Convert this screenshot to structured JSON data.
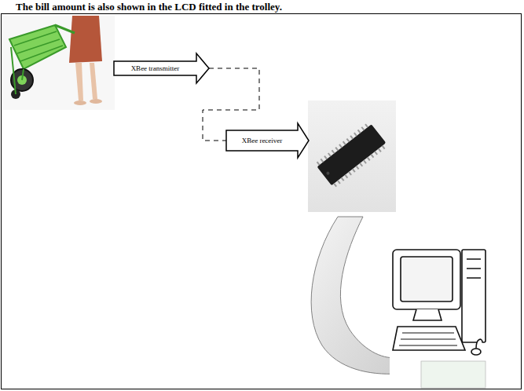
{
  "diagram": {
    "nodes": [
      {
        "text": [
          "XBee transmitter"
        ]
      },
      {
        "text": [
          "XBee receiver"
        ]
      }
    ],
    "edges": [
      {
        "from": 0,
        "to": 1,
        "arrow": "none"
      }
    ],
    "labels": [
      "The bill amount is also shown in the LCD fitted in the trolley."
    ]
  }
}
